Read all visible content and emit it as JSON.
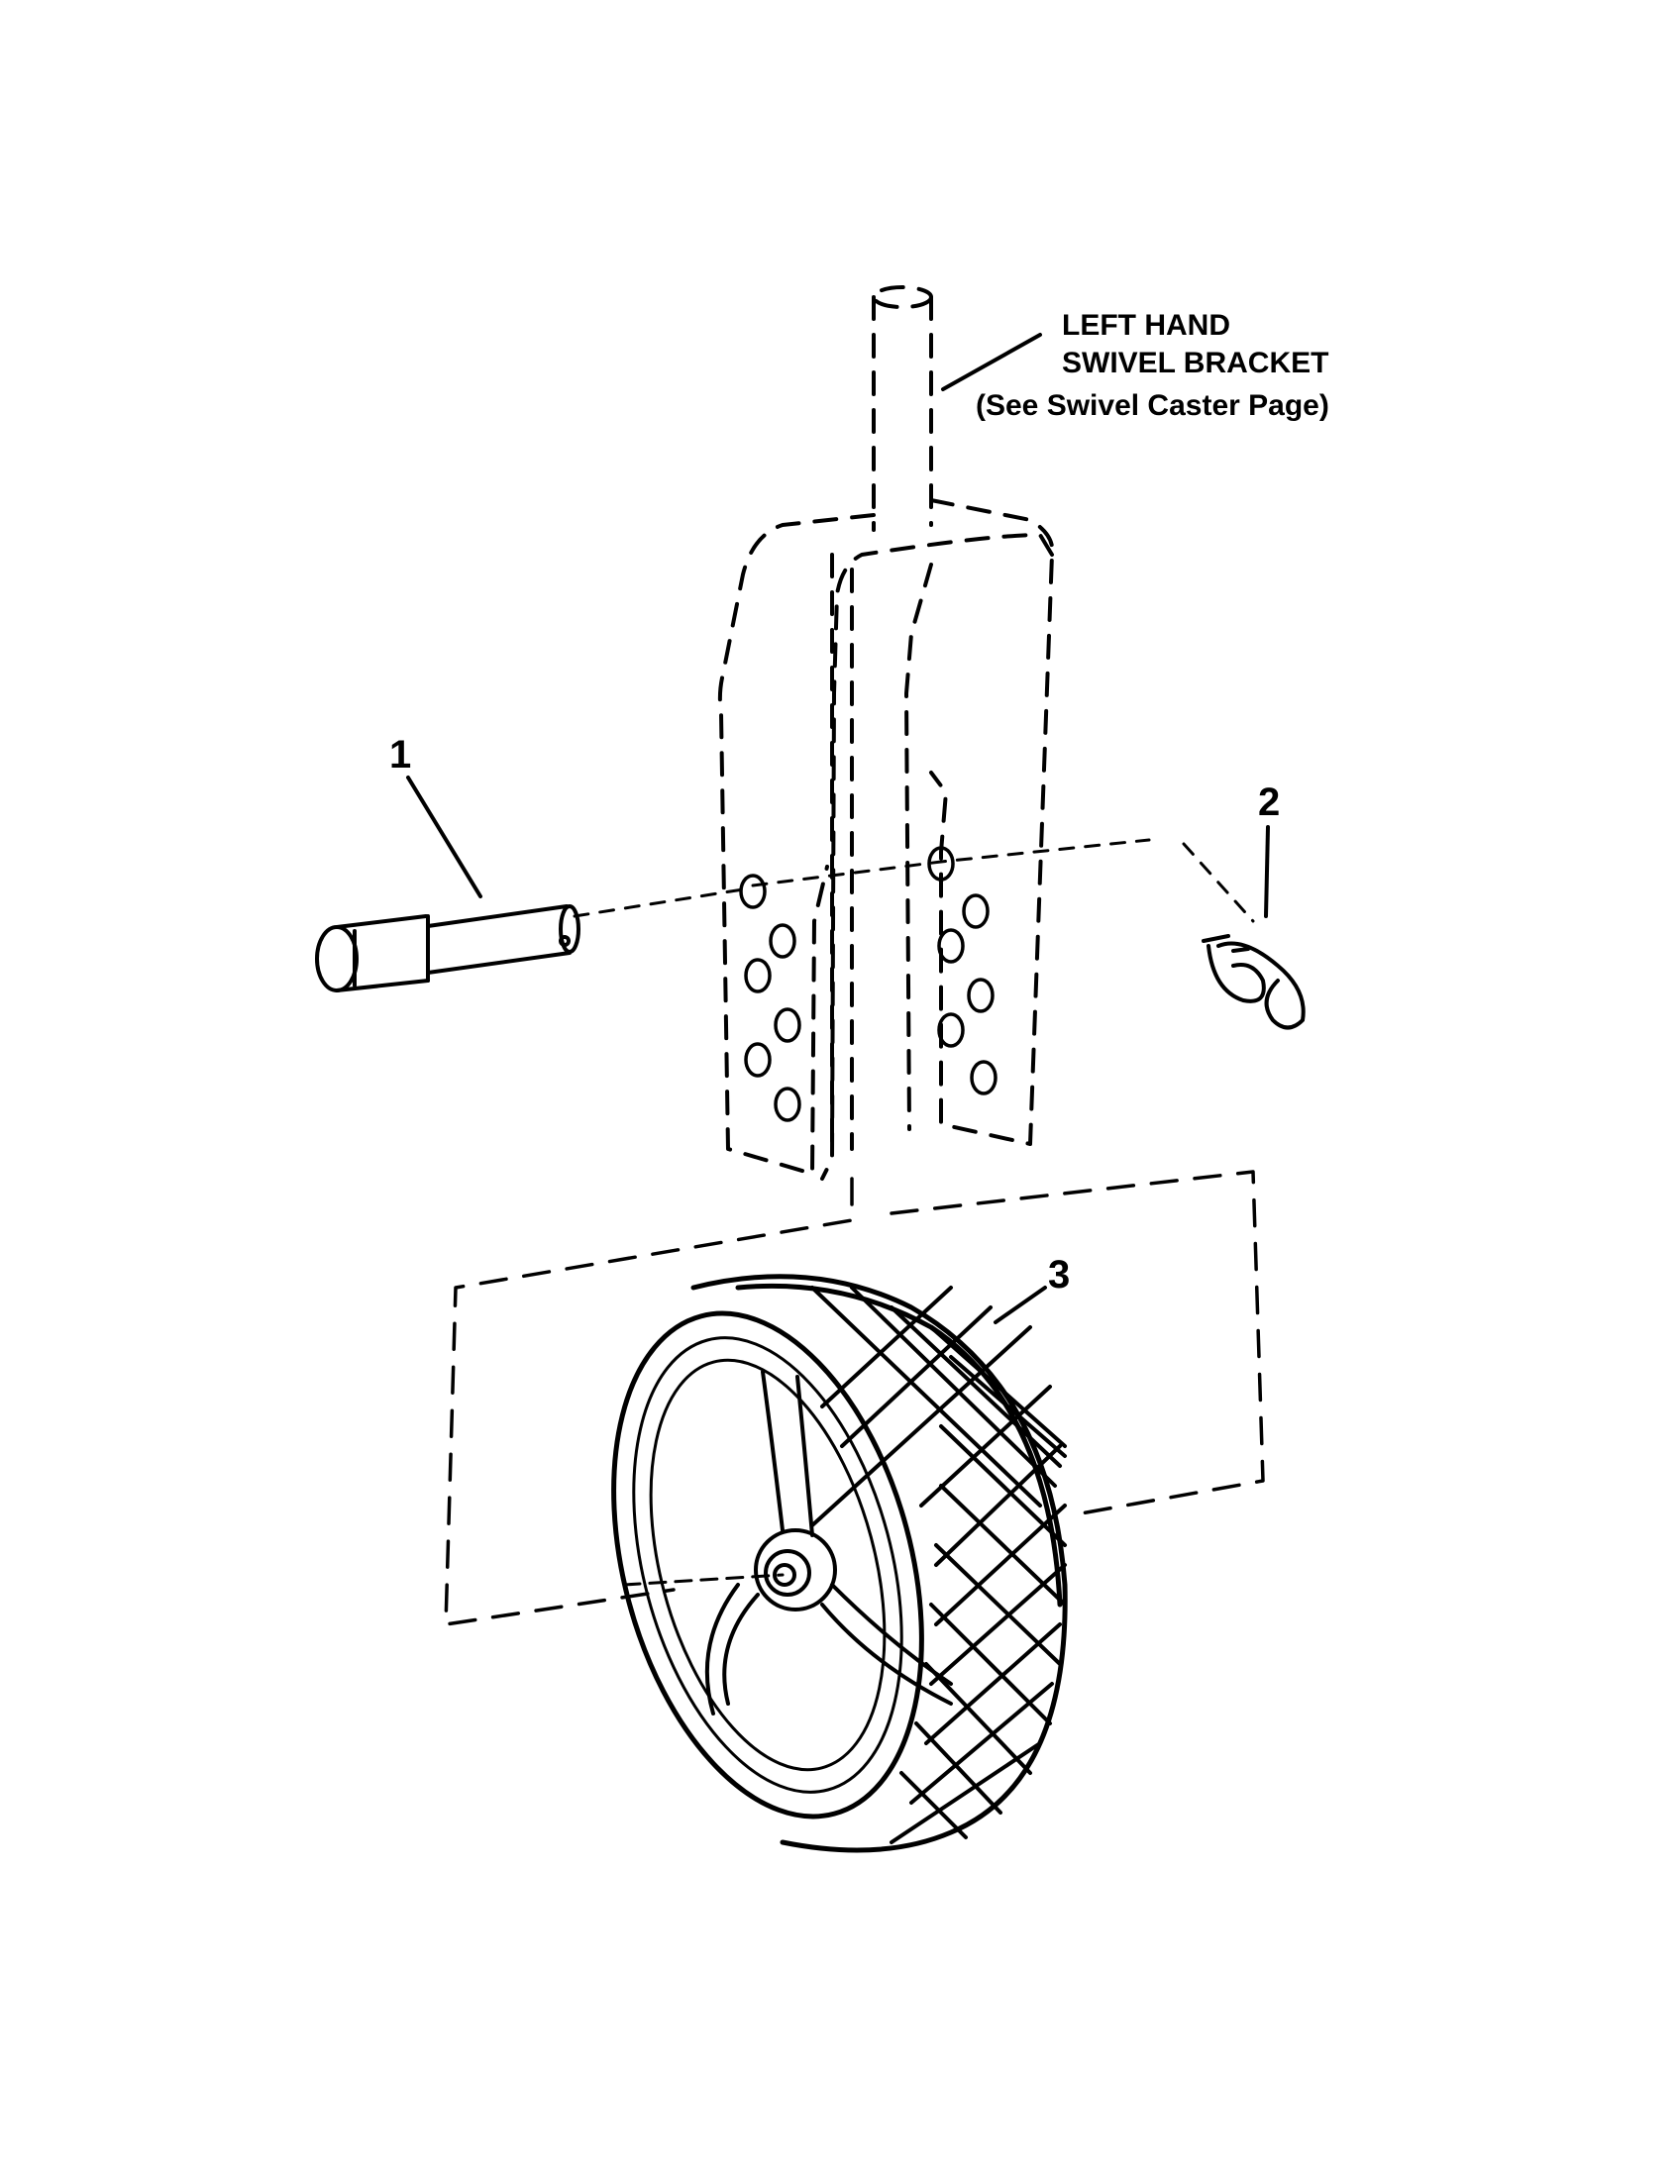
{
  "labels": {
    "bracket": {
      "line1": "LEFT HAND",
      "line2": "SWIVEL BRACKET",
      "line3": "(See Swivel Caster Page)"
    },
    "parts": [
      "1",
      "2",
      "3"
    ]
  },
  "colors": {
    "ink": "#000000",
    "paper": "#ffffff"
  }
}
